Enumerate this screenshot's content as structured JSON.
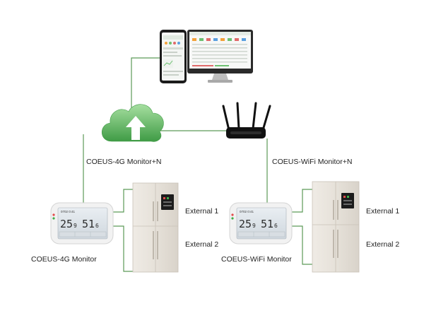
{
  "labels": {
    "uplink_left": "COEUS-4G Monitor+N",
    "uplink_right": "COEUS-WiFi Monitor+N",
    "device_left": "COEUS-4G Monitor",
    "device_right": "COEUS-WiFi Monitor",
    "ext1_left": "External 1",
    "ext2_left": "External 2",
    "ext1_right": "External 1",
    "ext2_right": "External 2"
  },
  "display": {
    "temperature_int": "25",
    "temperature_dec": "9",
    "humidity_int": "51",
    "humidity_dec": "6"
  },
  "icons": {
    "cloud": "cloud-upload-icon",
    "router": "wifi-router-icon",
    "phone": "smartphone-icon",
    "monitor": "desktop-monitor-icon",
    "fridge": "refrigerator-icon"
  },
  "colors": {
    "line": "#5c9a58",
    "cloud_light": "#8fd08a",
    "cloud_dark": "#3f9b45",
    "fridge": "#e8e3dc",
    "device_body": "#f3f3f3"
  }
}
